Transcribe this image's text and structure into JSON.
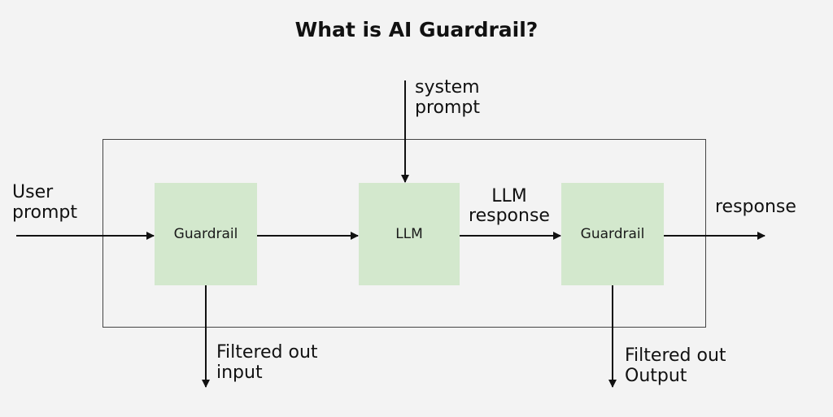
{
  "title": "What is AI Guardrail?",
  "nodes": {
    "input_guardrail": "Guardrail",
    "llm": "LLM",
    "output_guardrail": "Guardrail"
  },
  "labels": {
    "user_prompt": [
      "User",
      "prompt"
    ],
    "system_prompt": [
      "system",
      "prompt"
    ],
    "llm_response": [
      "LLM",
      "response"
    ],
    "response": "response",
    "filtered_input": [
      "Filtered out",
      "input"
    ],
    "filtered_output": [
      "Filtered out",
      "Output"
    ]
  },
  "colors": {
    "node_fill": "#d3e8cd",
    "background": "#f3f3f3",
    "line": "#111111"
  }
}
